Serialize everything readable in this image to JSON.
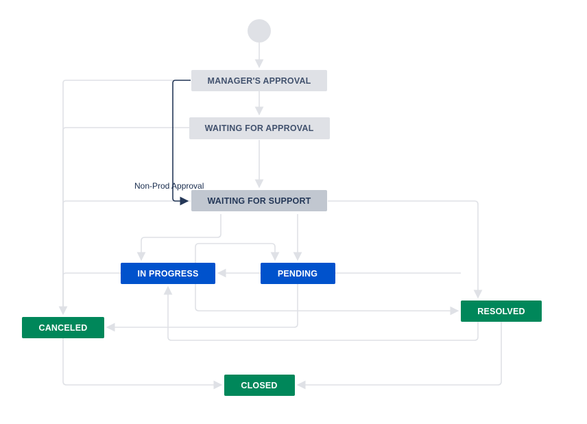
{
  "workflow": {
    "start_node": {
      "name": "start-node"
    },
    "statuses": [
      {
        "id": "managers-approval",
        "label": "MANAGER'S APPROVAL",
        "category": "todo"
      },
      {
        "id": "waiting-for-approval",
        "label": "WAITING FOR APPROVAL",
        "category": "todo"
      },
      {
        "id": "waiting-for-support",
        "label": "WAITING FOR SUPPORT",
        "category": "todo-highlight"
      },
      {
        "id": "in-progress",
        "label": "IN PROGRESS",
        "category": "in-progress"
      },
      {
        "id": "pending",
        "label": "PENDING",
        "category": "in-progress"
      },
      {
        "id": "resolved",
        "label": "RESOLVED",
        "category": "done"
      },
      {
        "id": "canceled",
        "label": "CANCELED",
        "category": "done"
      },
      {
        "id": "closed",
        "label": "CLOSED",
        "category": "done"
      }
    ],
    "transition_labels": {
      "non_prod_approval": "Non-Prod Approval"
    },
    "colors": {
      "todo_fill": "#dfe1e6",
      "todo_highlight_fill": "#c1c7d0",
      "todo_text": "#42526e",
      "in_progress_fill": "#0052cc",
      "done_fill": "#00875a",
      "light_text": "#ffffff",
      "connector": "#dfe1e6",
      "highlight_connector": "#253858",
      "start_fill": "#dfe1e6"
    }
  }
}
